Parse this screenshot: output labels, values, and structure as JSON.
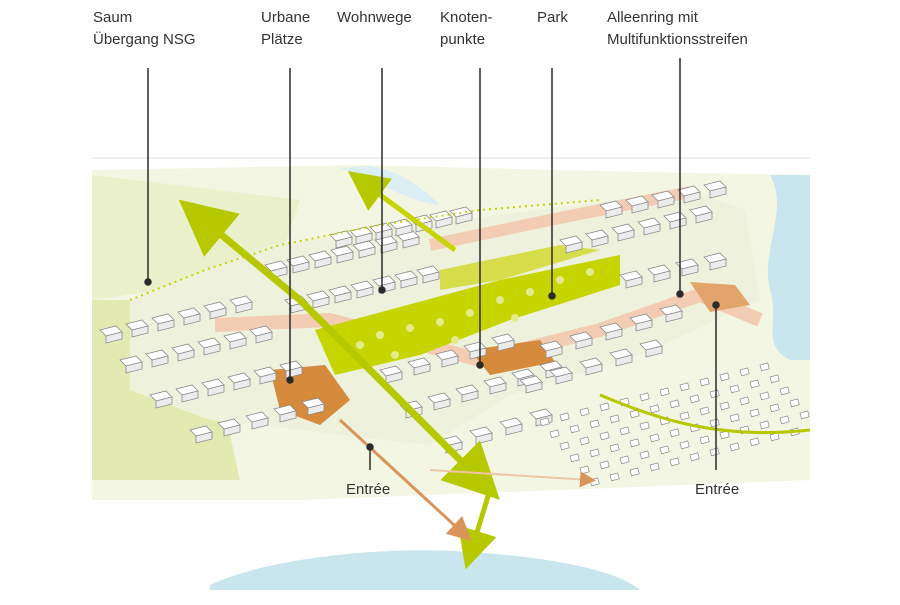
{
  "labels": {
    "saum": "Saum\nÜbergang NSG",
    "urbane_plaetze": "Urbane\nPlätze",
    "wohnwege": "Wohnwege",
    "knotenpunkte": "Knoten-\npunkte",
    "park": "Park",
    "alleenring": "Alleenring mit\nMultifunktionsstreifen",
    "entree_left": "Entrée",
    "entree_right": "Entrée"
  },
  "colors": {
    "park_green": "#c6d400",
    "light_green": "#e6edb0",
    "pale_green": "#f1f5d6",
    "square_orange": "#d58a3c",
    "avenue_pink": "#f2cdb4",
    "water_blue": "#c9e6ef",
    "leader_line": "#2b2b2b",
    "arrow_green": "#b5c800",
    "arrow_orange": "#d9945a"
  }
}
